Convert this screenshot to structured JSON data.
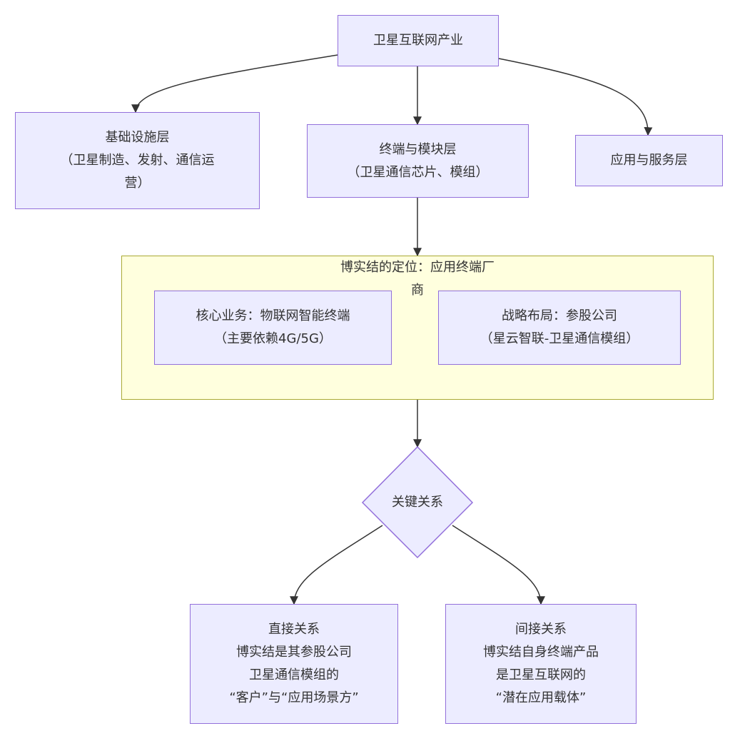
{
  "colors": {
    "node_fill": "#ececff",
    "node_border": "#9370db",
    "cluster_fill": "#ffffde",
    "cluster_border": "#aaaa33",
    "edge": "#333333"
  },
  "nodes": {
    "root": {
      "lines": [
        "卫星互联网产业"
      ]
    },
    "infra": {
      "lines": [
        "基础设施层",
        "（卫星制造、发射、通信运",
        "营）"
      ]
    },
    "terminal": {
      "lines": [
        "终端与模块层",
        "（卫星通信芯片、模组）"
      ]
    },
    "app": {
      "lines": [
        "应用与服务层"
      ]
    },
    "core": {
      "lines": [
        "核心业务：物联网智能终端",
        "（主要依赖4G/5G）"
      ]
    },
    "strategy": {
      "lines": [
        "战略布局：参股公司",
        "（星云智联-卫星通信模组）"
      ]
    },
    "key": {
      "lines": [
        "关键关系"
      ]
    },
    "direct": {
      "lines": [
        "直接关系",
        "博实结是其参股公司",
        "卫星通信模组的",
        "“客户”与“应用场景方”"
      ]
    },
    "indirect": {
      "lines": [
        "间接关系",
        "博实结自身终端产品",
        "是卫星互联网的",
        "“潜在应用载体”"
      ]
    }
  },
  "cluster": {
    "title_lines": [
      "博实结的定位：应用终端厂",
      "商"
    ]
  }
}
